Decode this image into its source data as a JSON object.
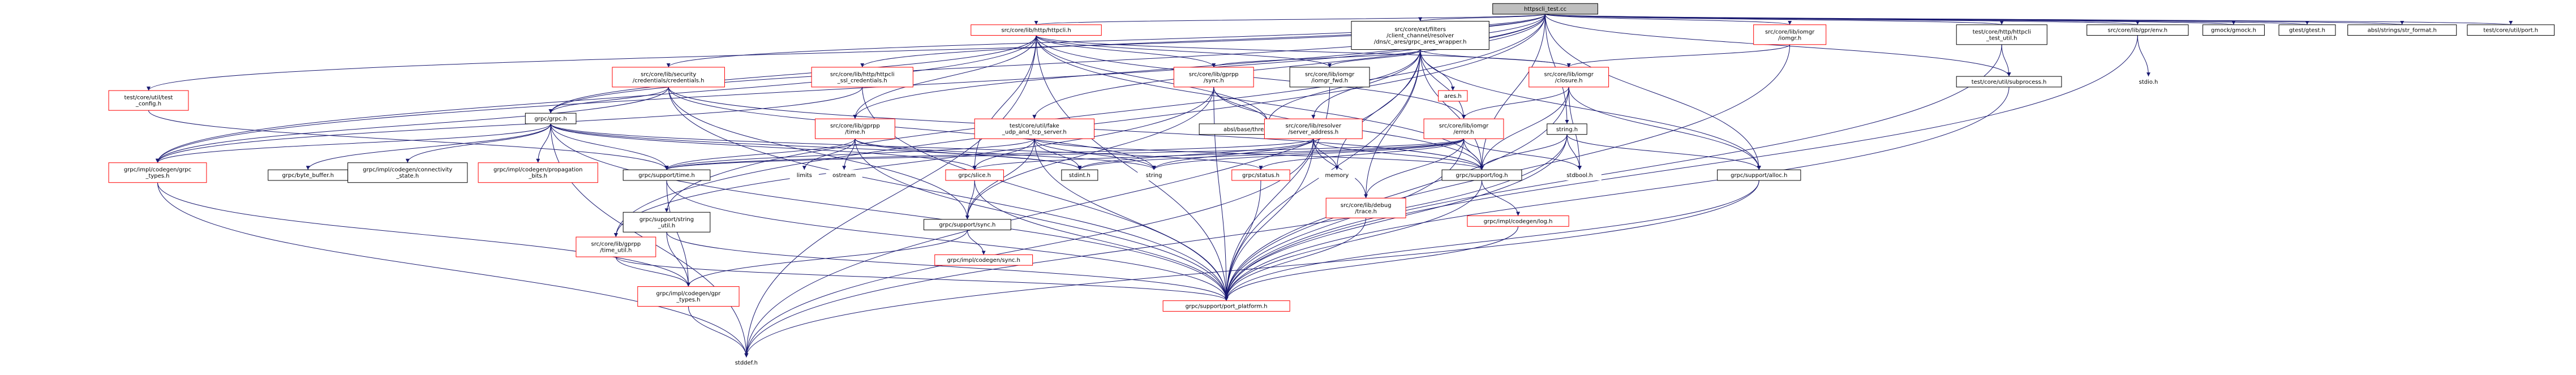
{
  "title": "httpscli_test.cc",
  "colors": {
    "root_fill": "#bfbfbf",
    "red": "#ff0000",
    "black": "#000000",
    "edge": "#191970"
  },
  "nodes": [
    {
      "id": "root",
      "label": [
        "httpscli_test.cc"
      ],
      "color": "root"
    },
    {
      "id": "httph",
      "label": [
        "src/core/lib/http/httpcli.h"
      ],
      "color": "red"
    },
    {
      "id": "fake_resolver",
      "label": [
        "src/core/ext/filters",
        "/client_channel/resolver",
        "/dns/c_ares/grpc_ares_wrapper.h"
      ],
      "color": "black"
    },
    {
      "id": "iomgr_h",
      "label": [
        "src/core/lib/iomgr",
        "/iomgr.h"
      ],
      "color": "red"
    },
    {
      "id": "test_httpcli",
      "label": [
        "test/core/http/httpcli",
        "_test_util.h"
      ],
      "color": "black"
    },
    {
      "id": "gprenv",
      "label": [
        "src/core/lib/gpr/env.h"
      ],
      "color": "black"
    },
    {
      "id": "gmock",
      "label": [
        "gmock/gmock.h"
      ],
      "color": "black"
    },
    {
      "id": "gtest",
      "label": [
        "gtest/gtest.h"
      ],
      "color": "black"
    },
    {
      "id": "strformat",
      "label": [
        "absl/strings/str_format.h"
      ],
      "color": "black"
    },
    {
      "id": "port",
      "label": [
        "test/core/util/port.h"
      ],
      "color": "black"
    },
    {
      "id": "test_config",
      "label": [
        "test/core/util/test",
        "_config.h"
      ],
      "color": "red"
    },
    {
      "id": "sec_cred",
      "label": [
        "src/core/lib/security",
        "/credentials/credentials.h"
      ],
      "color": "red"
    },
    {
      "id": "httpcli_ssl",
      "label": [
        "src/core/lib/http/httpcli",
        "_ssl_credentials.h"
      ],
      "color": "red"
    },
    {
      "id": "gprpp_sync",
      "label": [
        "src/core/lib/gprpp",
        "/sync.h"
      ],
      "color": "red"
    },
    {
      "id": "iomgr_fwd",
      "label": [
        "src/core/lib/iomgr",
        "/iomgr_fwd.h"
      ],
      "color": "black"
    },
    {
      "id": "ares",
      "label": [
        "ares.h"
      ],
      "color": "red"
    },
    {
      "id": "closure",
      "label": [
        "src/core/lib/iomgr",
        "/closure.h"
      ],
      "color": "red"
    },
    {
      "id": "subprocess",
      "label": [
        "test/core/util/subprocess.h"
      ],
      "color": "black"
    },
    {
      "id": "stdio",
      "label": [
        "stdio.h"
      ],
      "color": "none"
    },
    {
      "id": "grpc_h",
      "label": [
        "grpc/grpc.h"
      ],
      "color": "black"
    },
    {
      "id": "gprpp_time",
      "label": [
        "src/core/lib/gprpp",
        "/time.h"
      ],
      "color": "red"
    },
    {
      "id": "fake_udp",
      "label": [
        "test/core/util/fake",
        "_udp_and_tcp_server.h"
      ],
      "color": "red"
    },
    {
      "id": "thread_ann",
      "label": [
        "absl/base/thread_annotations.h"
      ],
      "color": "black"
    },
    {
      "id": "iomgr_error",
      "label": [
        "src/core/lib/iomgr",
        "/error.h"
      ],
      "color": "red"
    },
    {
      "id": "server_addr",
      "label": [
        "src/core/lib/resolver",
        "/server_address.h"
      ],
      "color": "red"
    },
    {
      "id": "string_h",
      "label": [
        "string.h"
      ],
      "color": "black"
    },
    {
      "id": "grpc_types",
      "label": [
        "grpc/impl/codegen/grpc",
        "_types.h"
      ],
      "color": "red"
    },
    {
      "id": "byte_buffer",
      "label": [
        "grpc/byte_buffer.h"
      ],
      "color": "black"
    },
    {
      "id": "connectivity",
      "label": [
        "grpc/impl/codegen/connectivity",
        "_state.h"
      ],
      "color": "black"
    },
    {
      "id": "propagation",
      "label": [
        "grpc/impl/codegen/propagation",
        "_bits.h"
      ],
      "color": "red"
    },
    {
      "id": "support_time",
      "label": [
        "grpc/support/time.h"
      ],
      "color": "black"
    },
    {
      "id": "limits",
      "label": [
        "limits"
      ],
      "color": "none"
    },
    {
      "id": "ostream",
      "label": [
        "ostream"
      ],
      "color": "none"
    },
    {
      "id": "slice",
      "label": [
        "grpc/slice.h"
      ],
      "color": "red"
    },
    {
      "id": "stdint",
      "label": [
        "stdint.h"
      ],
      "color": "black"
    },
    {
      "id": "string",
      "label": [
        "string"
      ],
      "color": "none"
    },
    {
      "id": "status",
      "label": [
        "grpc/status.h"
      ],
      "color": "red"
    },
    {
      "id": "memory",
      "label": [
        "memory"
      ],
      "color": "none"
    },
    {
      "id": "support_log",
      "label": [
        "grpc/support/log.h"
      ],
      "color": "black"
    },
    {
      "id": "stdbool",
      "label": [
        "stdbool.h"
      ],
      "color": "none"
    },
    {
      "id": "support_alloc",
      "label": [
        "grpc/support/alloc.h"
      ],
      "color": "black"
    },
    {
      "id": "debug_trace",
      "label": [
        "src/core/lib/debug",
        "/trace.h"
      ],
      "color": "red"
    },
    {
      "id": "codegen_log",
      "label": [
        "grpc/impl/codegen/log.h"
      ],
      "color": "red"
    },
    {
      "id": "string_util",
      "label": [
        "grpc/support/string",
        "_util.h"
      ],
      "color": "black"
    },
    {
      "id": "support_sync",
      "label": [
        "grpc/support/sync.h"
      ],
      "color": "black"
    },
    {
      "id": "time_util",
      "label": [
        "src/core/lib/gprpp",
        "/time_util.h"
      ],
      "color": "red"
    },
    {
      "id": "codegen_sync",
      "label": [
        "grpc/impl/codegen/sync.h"
      ],
      "color": "red"
    },
    {
      "id": "gpr_types",
      "label": [
        "grpc/impl/codegen/gpr",
        "_types.h"
      ],
      "color": "red"
    },
    {
      "id": "port_platform",
      "label": [
        "grpc/support/port_platform.h"
      ],
      "color": "red"
    },
    {
      "id": "stddef",
      "label": [
        "stddef.h"
      ],
      "color": "none"
    }
  ],
  "edges": [
    [
      "root",
      "httph"
    ],
    [
      "root",
      "fake_resolver"
    ],
    [
      "root",
      "iomgr_h"
    ],
    [
      "root",
      "test_httpcli"
    ],
    [
      "root",
      "gprenv"
    ],
    [
      "root",
      "gmock"
    ],
    [
      "root",
      "gtest"
    ],
    [
      "root",
      "strformat"
    ],
    [
      "root",
      "port"
    ],
    [
      "root",
      "test_config"
    ],
    [
      "root",
      "sec_cred"
    ],
    [
      "root",
      "httpcli_ssl"
    ],
    [
      "root",
      "grpc_h"
    ],
    [
      "root",
      "gprpp_time"
    ],
    [
      "root",
      "fake_udp"
    ],
    [
      "root",
      "string_h"
    ],
    [
      "root",
      "support_alloc"
    ],
    [
      "root",
      "support_log"
    ],
    [
      "root",
      "string_util"
    ],
    [
      "root",
      "time_util"
    ],
    [
      "root",
      "subprocess"
    ],
    [
      "root",
      "grpc_types"
    ],
    [
      "httph",
      "grpc_h"
    ],
    [
      "httph",
      "gprpp_sync"
    ],
    [
      "httph",
      "iomgr_fwd"
    ],
    [
      "httph",
      "closure"
    ],
    [
      "httph",
      "iomgr_error"
    ],
    [
      "httph",
      "slice"
    ],
    [
      "httph",
      "thread_ann"
    ],
    [
      "httph",
      "grpc_types"
    ],
    [
      "httph",
      "stddef"
    ],
    [
      "httph",
      "gprpp_time"
    ],
    [
      "httph",
      "support_log"
    ],
    [
      "httph",
      "port_platform"
    ],
    [
      "fake_resolver",
      "ares"
    ],
    [
      "fake_resolver",
      "closure"
    ],
    [
      "fake_resolver",
      "iomgr_error"
    ],
    [
      "fake_resolver",
      "server_addr"
    ],
    [
      "fake_resolver",
      "iomgr_fwd"
    ],
    [
      "fake_resolver",
      "gprpp_sync"
    ],
    [
      "fake_resolver",
      "thread_ann"
    ],
    [
      "fake_resolver",
      "memory"
    ],
    [
      "fake_resolver",
      "support_log"
    ],
    [
      "fake_resolver",
      "port_platform"
    ],
    [
      "fake_resolver",
      "debug_trace"
    ],
    [
      "fake_resolver",
      "stddef"
    ],
    [
      "fake_resolver",
      "support_alloc"
    ],
    [
      "iomgr_h",
      "closure"
    ],
    [
      "iomgr_h",
      "port_platform"
    ],
    [
      "test_httpcli",
      "subprocess"
    ],
    [
      "test_httpcli",
      "port_platform"
    ],
    [
      "gprenv",
      "stdio"
    ],
    [
      "gprenv",
      "port_platform"
    ],
    [
      "subprocess",
      "port_platform"
    ],
    [
      "test_config",
      "support_time"
    ],
    [
      "sec_cred",
      "grpc_h"
    ],
    [
      "sec_cred",
      "grpc_types"
    ],
    [
      "sec_cred",
      "support_sync"
    ],
    [
      "sec_cred",
      "string"
    ],
    [
      "sec_cred",
      "support_log"
    ],
    [
      "sec_cred",
      "port_platform"
    ],
    [
      "httpcli_ssl",
      "grpc_types"
    ],
    [
      "httpcli_ssl",
      "port_platform"
    ],
    [
      "gprpp_sync",
      "thread_ann"
    ],
    [
      "gprpp_sync",
      "time_util"
    ],
    [
      "gprpp_sync",
      "support_log"
    ],
    [
      "gprpp_sync",
      "support_sync"
    ],
    [
      "gprpp_sync",
      "port_platform"
    ],
    [
      "iomgr_fwd",
      "port_platform"
    ],
    [
      "closure",
      "iomgr_error"
    ],
    [
      "closure",
      "support_log"
    ],
    [
      "closure",
      "stdbool"
    ],
    [
      "closure",
      "support_alloc"
    ],
    [
      "closure",
      "port_platform"
    ],
    [
      "grpc_h",
      "grpc_types"
    ],
    [
      "grpc_h",
      "byte_buffer"
    ],
    [
      "grpc_h",
      "connectivity"
    ],
    [
      "grpc_h",
      "propagation"
    ],
    [
      "grpc_h",
      "support_time"
    ],
    [
      "grpc_h",
      "slice"
    ],
    [
      "grpc_h",
      "status"
    ],
    [
      "grpc_h",
      "stddef"
    ],
    [
      "grpc_h",
      "port_platform"
    ],
    [
      "grpc_h",
      "stdint"
    ],
    [
      "gprpp_time",
      "support_time"
    ],
    [
      "gprpp_time",
      "limits"
    ],
    [
      "gprpp_time",
      "ostream"
    ],
    [
      "gprpp_time",
      "string"
    ],
    [
      "gprpp_time",
      "stdint"
    ],
    [
      "gprpp_time",
      "port_platform"
    ],
    [
      "fake_udp",
      "support_time"
    ],
    [
      "fake_udp",
      "string"
    ],
    [
      "fake_udp",
      "support_sync"
    ],
    [
      "fake_udp",
      "slice"
    ],
    [
      "fake_udp",
      "support_log"
    ],
    [
      "fake_udp",
      "port_platform"
    ],
    [
      "fake_udp",
      "stdint"
    ],
    [
      "iomgr_error",
      "support_log"
    ],
    [
      "iomgr_error",
      "slice"
    ],
    [
      "iomgr_error",
      "status"
    ],
    [
      "iomgr_error",
      "string"
    ],
    [
      "iomgr_error",
      "stdint"
    ],
    [
      "iomgr_error",
      "stdbool"
    ],
    [
      "iomgr_error",
      "debug_trace"
    ],
    [
      "iomgr_error",
      "support_time"
    ],
    [
      "iomgr_error",
      "port_platform"
    ],
    [
      "server_addr",
      "support_log"
    ],
    [
      "server_addr",
      "memory"
    ],
    [
      "server_addr",
      "port_platform"
    ],
    [
      "server_addr",
      "string"
    ],
    [
      "server_addr",
      "stdint"
    ],
    [
      "server_addr",
      "support_time"
    ],
    [
      "server_addr",
      "debug_trace"
    ],
    [
      "server_addr",
      "stddef"
    ],
    [
      "string_h",
      "stdbool"
    ],
    [
      "string_h",
      "support_log"
    ],
    [
      "string_h",
      "port_platform"
    ],
    [
      "string_h",
      "stddef"
    ],
    [
      "string_h",
      "support_alloc"
    ],
    [
      "grpc_types",
      "gpr_types"
    ],
    [
      "grpc_types",
      "stddef"
    ],
    [
      "support_time",
      "gpr_types"
    ],
    [
      "support_time",
      "port_platform"
    ],
    [
      "slice",
      "support_sync"
    ],
    [
      "slice",
      "port_platform"
    ],
    [
      "status",
      "port_platform"
    ],
    [
      "support_log",
      "codegen_log"
    ],
    [
      "support_log",
      "port_platform"
    ],
    [
      "support_alloc",
      "port_platform"
    ],
    [
      "support_alloc",
      "stddef"
    ],
    [
      "debug_trace",
      "port_platform"
    ],
    [
      "codegen_log",
      "port_platform"
    ],
    [
      "string_util",
      "gpr_types"
    ],
    [
      "string_util",
      "port_platform"
    ],
    [
      "support_sync",
      "codegen_sync"
    ],
    [
      "support_sync",
      "gpr_types"
    ],
    [
      "time_util",
      "gpr_types"
    ],
    [
      "time_util",
      "port_platform"
    ],
    [
      "gpr_types",
      "stddef"
    ]
  ]
}
